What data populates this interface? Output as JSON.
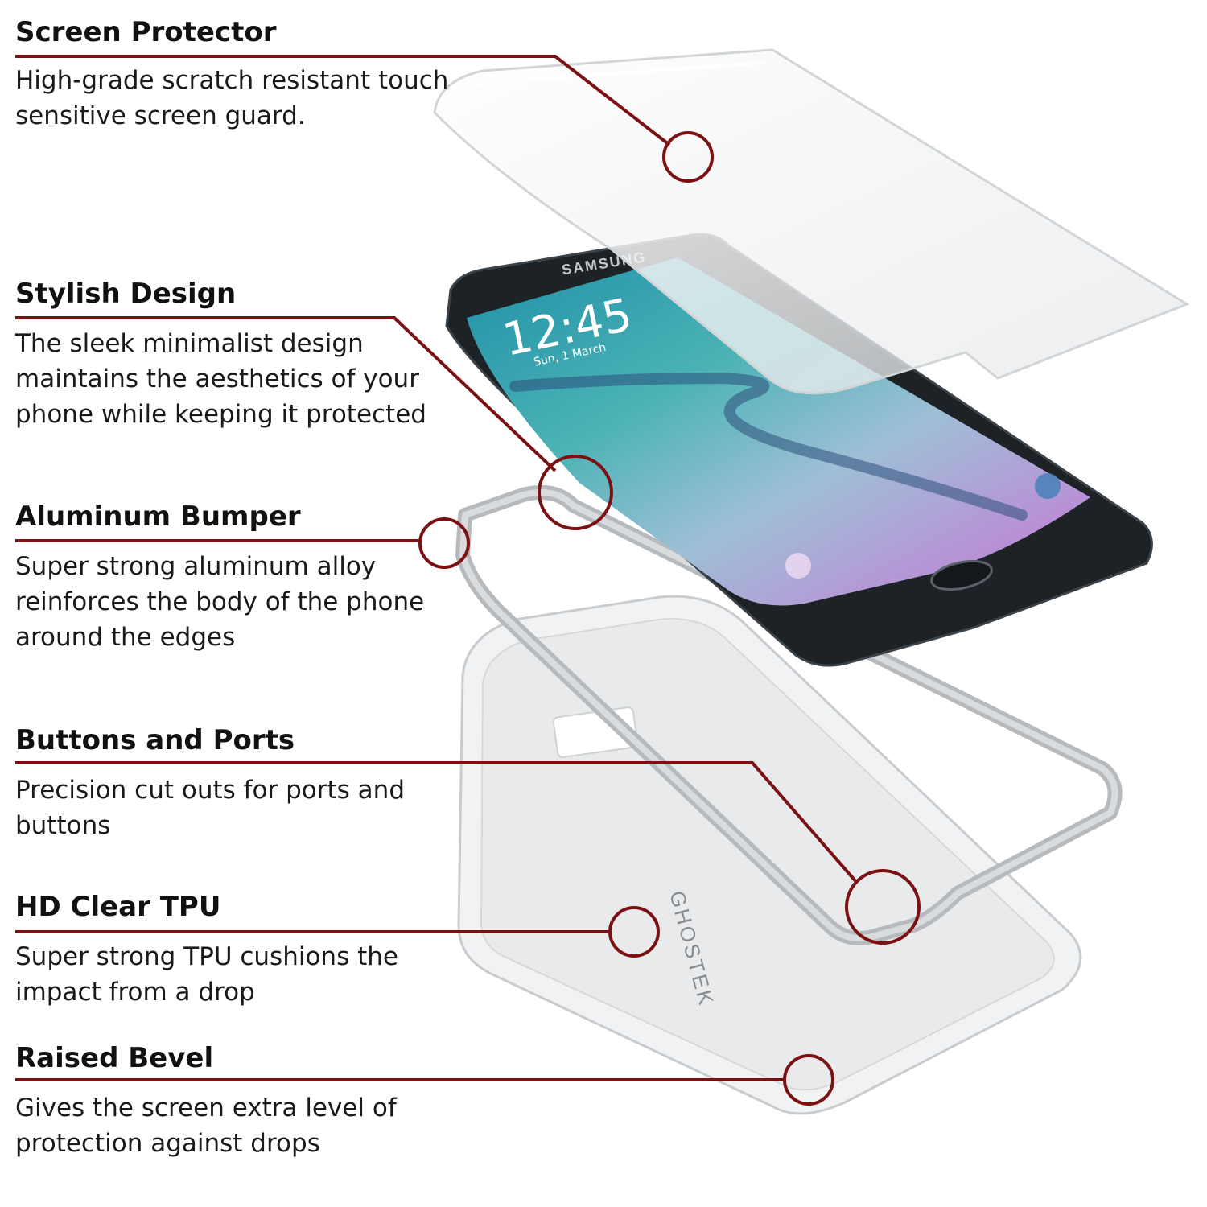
{
  "accent_color": "#7b1113",
  "features": [
    {
      "title": "Screen Protector",
      "description": "High-grade scratch resistant touch sensitive screen guard."
    },
    {
      "title": "Stylish Design",
      "description": "The sleek minimalist design maintains the aesthetics of your phone while keeping it protected"
    },
    {
      "title": "Aluminum Bumper",
      "description": "Super strong aluminum alloy reinforces the body of the phone around the edges"
    },
    {
      "title": "Buttons and Ports",
      "description": "Precision cut outs for ports and buttons"
    },
    {
      "title": "HD Clear TPU",
      "description": "Super strong TPU cushions the impact from a drop"
    },
    {
      "title": "Raised Bevel",
      "description": "Gives the screen extra level of protection against drops"
    }
  ],
  "phone": {
    "brand": "SAMSUNG",
    "lock_time": "12:45",
    "lock_date": "Sun, 1 March"
  },
  "case_brand": "GHOSTEK"
}
